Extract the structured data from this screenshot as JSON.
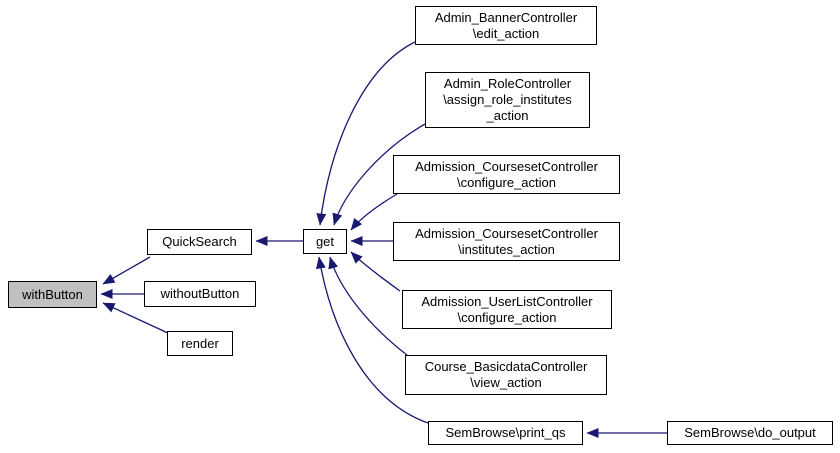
{
  "diagram": {
    "type": "call-graph",
    "background_color": "#ffffff",
    "edge_color": "#191970",
    "node_border_color": "#000000",
    "node_fill_color": "#ffffff",
    "highlighted_node_fill_color": "#c0c0c0",
    "text_color": "#000000"
  },
  "nodes": [
    {
      "id": "withButton",
      "label": "withButton",
      "highlighted": true
    },
    {
      "id": "withoutButton",
      "label": "withoutButton",
      "highlighted": false
    },
    {
      "id": "render",
      "label": "render",
      "highlighted": false
    },
    {
      "id": "QuickSearch",
      "label": "QuickSearch",
      "highlighted": false
    },
    {
      "id": "get",
      "label": "get",
      "highlighted": false
    },
    {
      "id": "admin_banner_edit",
      "label": "Admin_BannerController\n\\edit_action",
      "highlighted": false
    },
    {
      "id": "admin_role_assign",
      "label": "Admin_RoleController\n\\assign_role_institutes\n_action",
      "highlighted": false
    },
    {
      "id": "admission_courseset_configure",
      "label": "Admission_CoursesetController\n\\configure_action",
      "highlighted": false
    },
    {
      "id": "admission_courseset_institutes",
      "label": "Admission_CoursesetController\n\\institutes_action",
      "highlighted": false
    },
    {
      "id": "admission_userlist_configure",
      "label": "Admission_UserListController\n\\configure_action",
      "highlighted": false
    },
    {
      "id": "course_basicdata_view",
      "label": "Course_BasicdataController\n\\view_action",
      "highlighted": false
    },
    {
      "id": "sembrowse_print_qs",
      "label": "SemBrowse\\print_qs",
      "highlighted": false
    },
    {
      "id": "sembrowse_do_output",
      "label": "SemBrowse\\do_output",
      "highlighted": false
    }
  ],
  "edges": [
    {
      "from": "QuickSearch",
      "to": "withButton"
    },
    {
      "from": "withoutButton",
      "to": "withButton"
    },
    {
      "from": "render",
      "to": "withButton"
    },
    {
      "from": "get",
      "to": "QuickSearch"
    },
    {
      "from": "admin_banner_edit",
      "to": "get"
    },
    {
      "from": "admin_role_assign",
      "to": "get"
    },
    {
      "from": "admission_courseset_configure",
      "to": "get"
    },
    {
      "from": "admission_courseset_institutes",
      "to": "get"
    },
    {
      "from": "admission_userlist_configure",
      "to": "get"
    },
    {
      "from": "course_basicdata_view",
      "to": "get"
    },
    {
      "from": "sembrowse_print_qs",
      "to": "get"
    },
    {
      "from": "sembrowse_do_output",
      "to": "sembrowse_print_qs"
    }
  ]
}
